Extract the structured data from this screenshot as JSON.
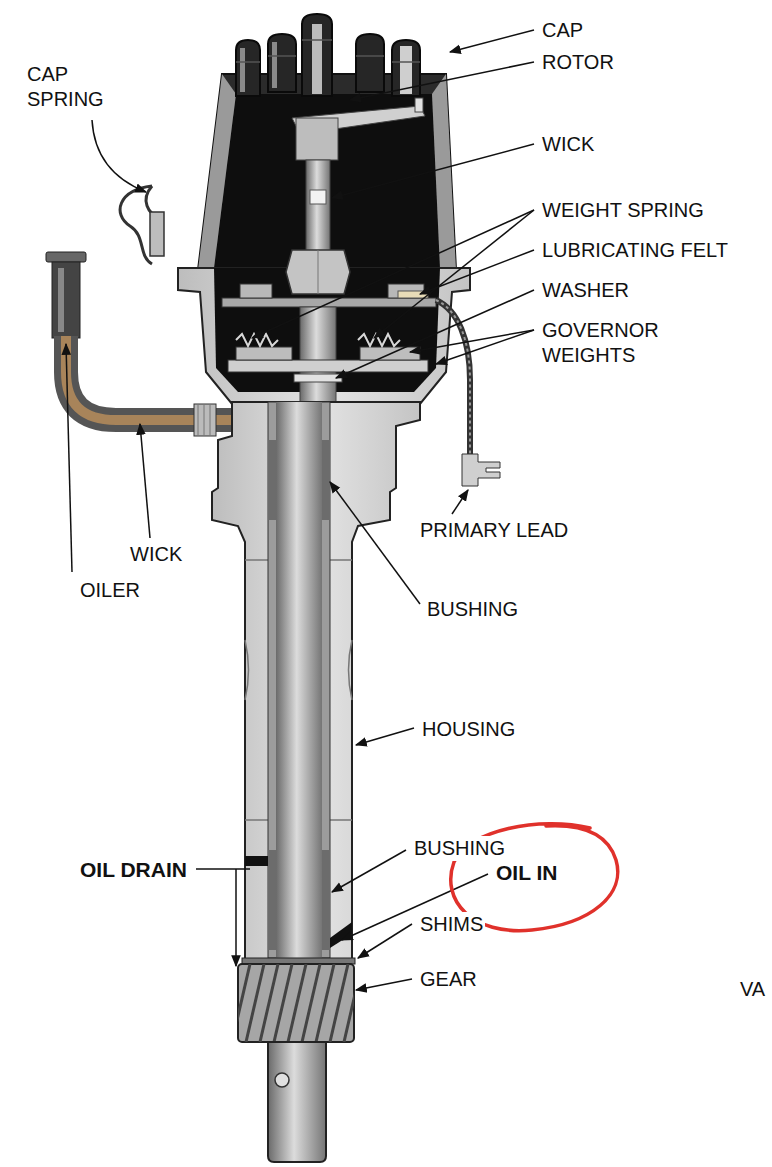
{
  "diagram": {
    "labels": [
      "CAP",
      "ROTOR",
      "WICK",
      "WEIGHT SPRING",
      "LUBRICATING FELT",
      "WASHER",
      "GOVERNOR WEIGHTS",
      "CAP SPRING",
      "PRIMARY LEAD",
      "WICK",
      "OILER",
      "BUSHING",
      "HOUSING",
      "BUSHING",
      "OIL DRAIN",
      "OIL IN",
      "SHIMS",
      "GEAR",
      "VA"
    ]
  }
}
